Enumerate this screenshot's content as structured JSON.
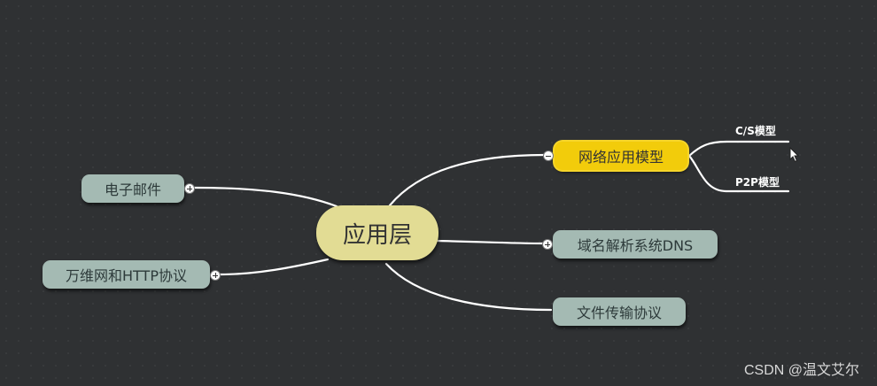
{
  "mindmap": {
    "central": {
      "label": "应用层"
    },
    "left_branches": [
      {
        "label": "电子邮件",
        "collapsed": true
      },
      {
        "label": "万维网和HTTP协议",
        "collapsed": true
      }
    ],
    "right_branches": [
      {
        "label": "网络应用模型",
        "selected": true,
        "expanded": true,
        "children": [
          {
            "label": "C/S模型"
          },
          {
            "label": "P2P模型"
          }
        ]
      },
      {
        "label": "域名解析系统DNS",
        "collapsed": true
      },
      {
        "label": "文件传输协议",
        "collapsed": false
      }
    ]
  },
  "watermark": "CSDN @温文艾尔",
  "colors": {
    "background": "#2f3133",
    "central_fill": "#e2dc94",
    "branch_fill": "#a4bab3",
    "selected_fill": "#f2cc0b",
    "connector": "#ffffff"
  }
}
